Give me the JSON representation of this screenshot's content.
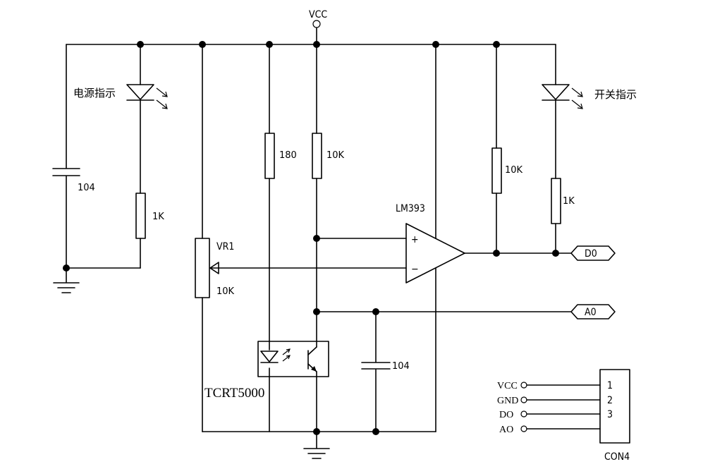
{
  "net": {
    "vcc": "VCC"
  },
  "labels": {
    "power_led": "电源指示",
    "switch_led": "开关指示",
    "cap_left": "104",
    "cap_right": "104",
    "r_power_led": "1K",
    "r_switch_led": "1K",
    "r_ir_led": "180",
    "r_photo": "10K",
    "r_pullup": "10K",
    "pot_name": "VR1",
    "pot_value": "10K",
    "comparator": "LM393",
    "plus": "+",
    "minus": "−",
    "sensor": "TCRT5000"
  },
  "ports": {
    "digital": "D0",
    "analog": "A0"
  },
  "connector": {
    "name": "CON4",
    "pins": [
      {
        "num": "1",
        "signal": "VCC"
      },
      {
        "num": "2",
        "signal": "GND"
      },
      {
        "num": "3",
        "signal": "DO"
      },
      {
        "num": "",
        "signal": "AO"
      }
    ]
  }
}
